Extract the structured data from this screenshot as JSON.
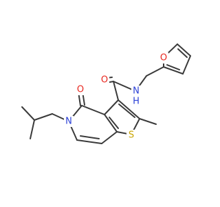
{
  "molecule": {
    "atoms": {
      "furan_o": {
        "symbol": "O",
        "color": "#e8271f"
      },
      "amide_n": {
        "symbol": "N",
        "color": "#2a3fd6"
      },
      "amide_h": {
        "symbol": "H",
        "color": "#2a3fd6"
      },
      "amide_o": {
        "symbol": "O",
        "color": "#e8271f"
      },
      "ring_o": {
        "symbol": "O",
        "color": "#e8271f"
      },
      "ring_n": {
        "symbol": "N",
        "color": "#2a3fd6"
      },
      "thiophene_s": {
        "symbol": "S",
        "color": "#c9a400"
      }
    },
    "bond_color": "#3a3a3a"
  }
}
